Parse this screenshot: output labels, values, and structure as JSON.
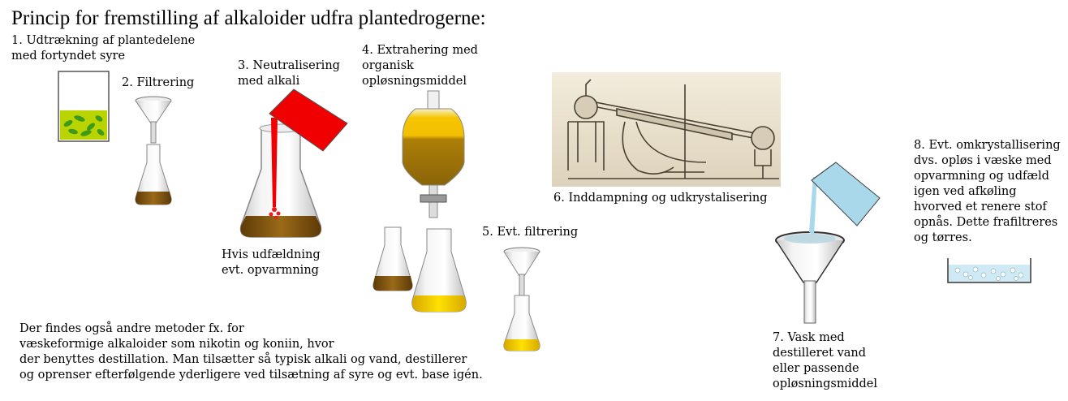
{
  "title": "Princip for fremstilling af alkaloider udfra plantedrogerne:",
  "steps": {
    "s1": "1. Udtrækning af plantedelene\n    med fortyndet syre",
    "s2": "2. Filtrering",
    "s3": "3. Neutralisering\n    med alkali",
    "s3_note": "Hvis udfældning\nevt. opvarmning",
    "s4": "4. Extrahering med\norganisk\nopløsningsmiddel",
    "s5": "5. Evt. filtrering",
    "s6": "6. Inddampning og udkrystalisering",
    "s7": "7. Vask med\ndestilleret vand\neller passende\nopløsningsmiddel",
    "s8": "8. Evt. omkrystallisering\ndvs. opløs i væske med\nopvarmning og udfæld\nigen ved afkøling\nhvorved et renere stof\nopnås. Dette frafiltreres\nog tørres."
  },
  "note": "Der findes også andre metoder fx. for\nvæskeformige alkaloider som nikotin og koniin, hvor\nder benyttes destillation. Man tilsætter så typisk alkali og vand, destillerer\nog oprenser efterfølgende yderligere ved tilsætning af syre og evt. base igén.",
  "colors": {
    "acid_green": "#b9d400",
    "plant_green": "#3f9a1c",
    "brown_liquid": "#8a5a10",
    "alkali_red": "#f00000",
    "yellow_liquid": "#f5d000",
    "wash_blue": "#a8d8ea"
  },
  "icons": [
    "beaker-icon",
    "funnel-icon",
    "flask-icon",
    "separatory-funnel-icon",
    "distillation-apparatus-image",
    "crystals-icon"
  ]
}
